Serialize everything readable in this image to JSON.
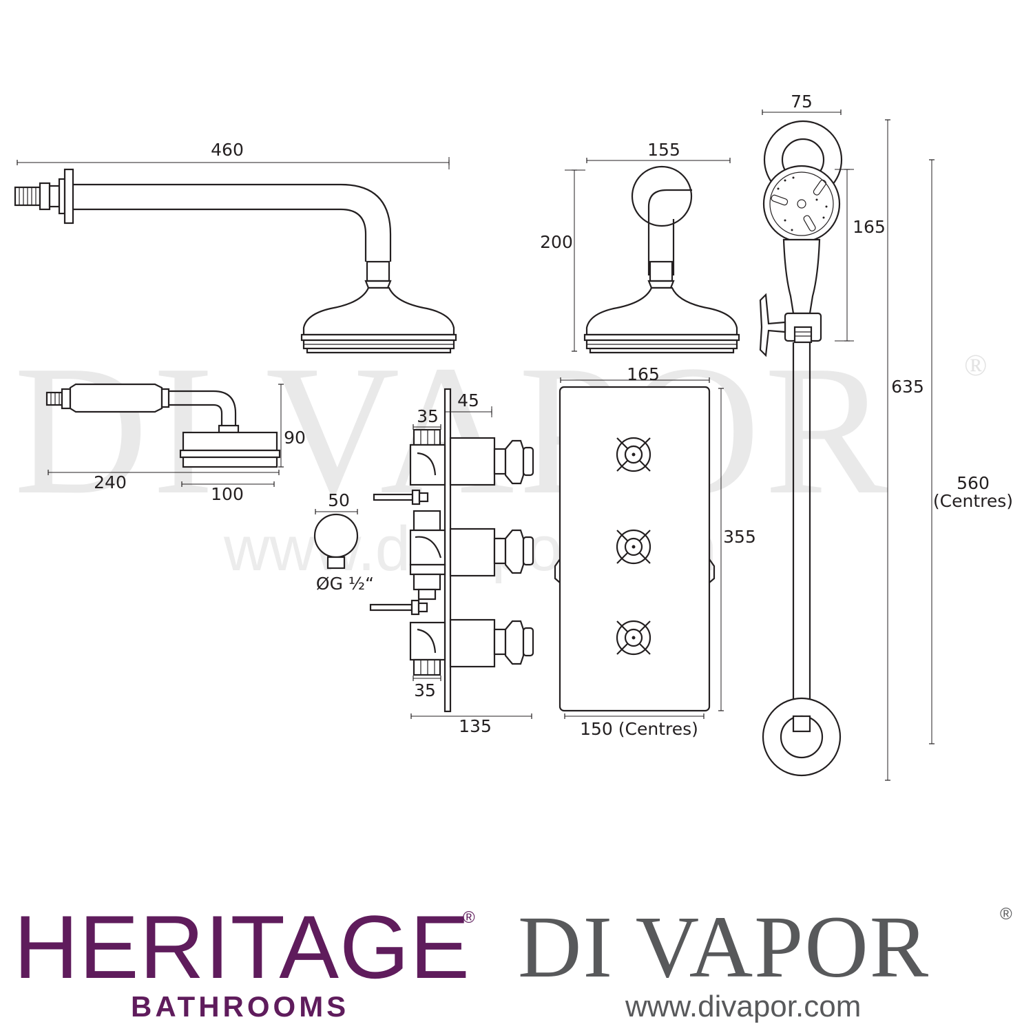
{
  "watermark": {
    "brand": "DI VAPOR",
    "registered": "®",
    "url": "www.divapor.com"
  },
  "dimensions": {
    "arm_length": "460",
    "head_height": "200",
    "head_width": "155",
    "handset_length": "240",
    "handset_head_width": "100",
    "handset_head_height": "90",
    "elbow_diameter": "50",
    "elbow_thread": "ØG ½“",
    "valve_upper_gap": "35",
    "valve_projection": "45",
    "valve_lower_gap": "35",
    "valve_depth": "135",
    "plate_width": "165",
    "plate_height": "355",
    "handle_centres": "150 (Centres)",
    "handset_width": "75",
    "handset_height": "165",
    "rail_length": "635",
    "rail_centres_value": "560",
    "rail_centres_label": "(Centres)"
  },
  "logos": {
    "heritage": "HERITAGE",
    "heritage_reg": "®",
    "bathrooms": "BATHROOMS",
    "divapor": "DI VAPOR",
    "divapor_reg": "®",
    "divapor_url": "www.divapor.com"
  },
  "colors": {
    "line": "#231f20",
    "heritage_purple": "#5f1c5c",
    "divapor_grey": "#58595b",
    "watermark": "#e9e9e9"
  }
}
